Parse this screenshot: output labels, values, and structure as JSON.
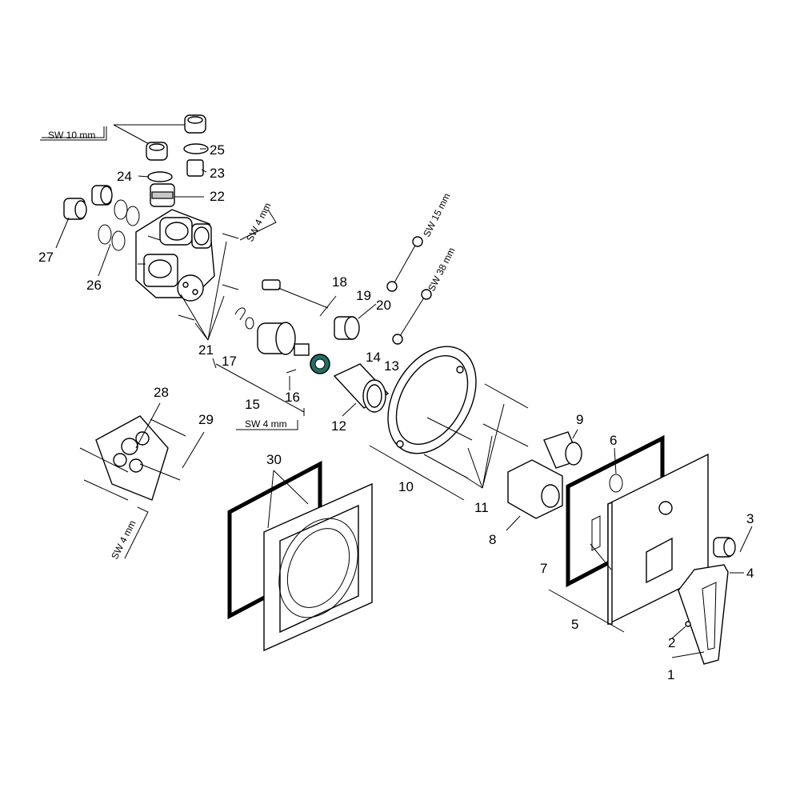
{
  "labels": [
    "1",
    "2",
    "3",
    "4",
    "5",
    "6",
    "7",
    "8",
    "9",
    "10",
    "11",
    "12",
    "13",
    "14",
    "15",
    "16",
    "17",
    "18",
    "19",
    "20",
    "21",
    "22",
    "23",
    "24",
    "25",
    "26",
    "27",
    "28",
    "29",
    "30"
  ],
  "tools": {
    "sw10": "SW 10 mm",
    "sw4_top": "SW 4 mm",
    "sw15": "SW 15 mm",
    "sw38": "SW 38 mm",
    "sw4_mid": "SW 4 mm",
    "sw4_low": "SW 4 mm"
  },
  "colors": {
    "accent_ring": "#1f6f68",
    "line": "#000000",
    "background": "#ffffff"
  }
}
